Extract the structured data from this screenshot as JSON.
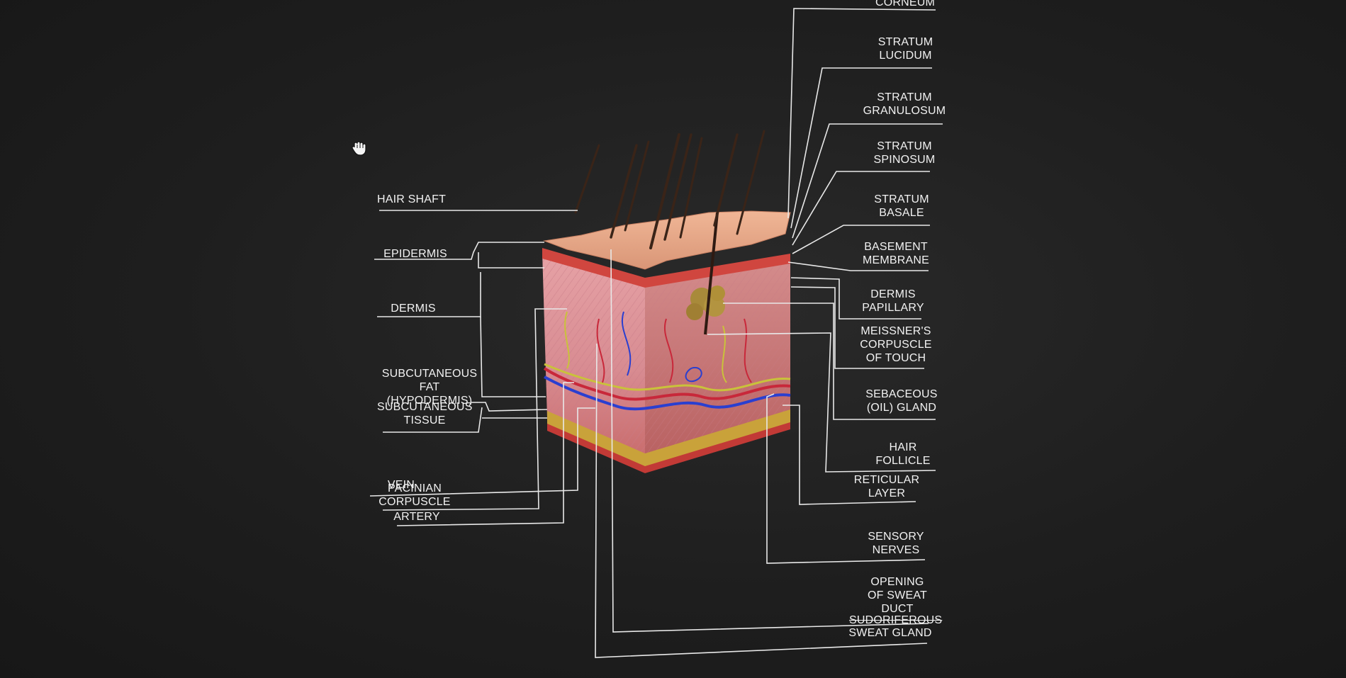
{
  "colors": {
    "background": "#1e1e1e",
    "label_text": "#f2f2f2",
    "leader_line": "#e8e8e8",
    "skin_surface": "#e7a888",
    "dermis": "#d98c8c",
    "hypodermis_fat": "#c9a23a",
    "vein": "#2a3fd0",
    "artery": "#c8283a"
  },
  "cursor": {
    "icon": "hand-grab-icon"
  },
  "labels": {
    "corneum": "CORNEUM",
    "stratum_lucidum": "STRATUM\nLUCIDUM",
    "stratum_granulosum": "STRATUM\nGRANULOSUM",
    "stratum_spinosum": "STRATUM\nSPINOSUM",
    "stratum_basale": "STRATUM\nBASALE",
    "basement_membrane": "BASEMENT\nMEMBRANE",
    "dermis_papillary": "DERMIS\nPAPILLARY",
    "meissners_corpuscle": "MEISSNER'S\nCORPUSCLE\nOF TOUCH",
    "sebaceous_gland": "SEBACEOUS\n(OIL) GLAND",
    "hair_follicle": "HAIR\nFOLLICLE",
    "reticular_layer": "RETICULAR\nLAYER",
    "sensory_nerves": "SENSORY\nNERVES",
    "opening_sweat_duct": "OPENING\nOF SWEAT\nDUCT",
    "sudoriferous": "SUDORIFEROUS",
    "sweat_gland": "SWEAT GLAND",
    "hair_shaft": "HAIR SHAFT",
    "epidermis": "EPIDERMIS",
    "dermis": "DERMIS",
    "subcutaneous_fat": "SUBCUTANEOUS\nFAT (HYPODERMIS)",
    "subcutaneous_tissue": "SUBCUTANEOUS\nTISSUE",
    "vein": "VEIN",
    "pacinian_corpuscle": "PACINIAN\nCORPUSCLE",
    "artery": "ARTERY"
  }
}
